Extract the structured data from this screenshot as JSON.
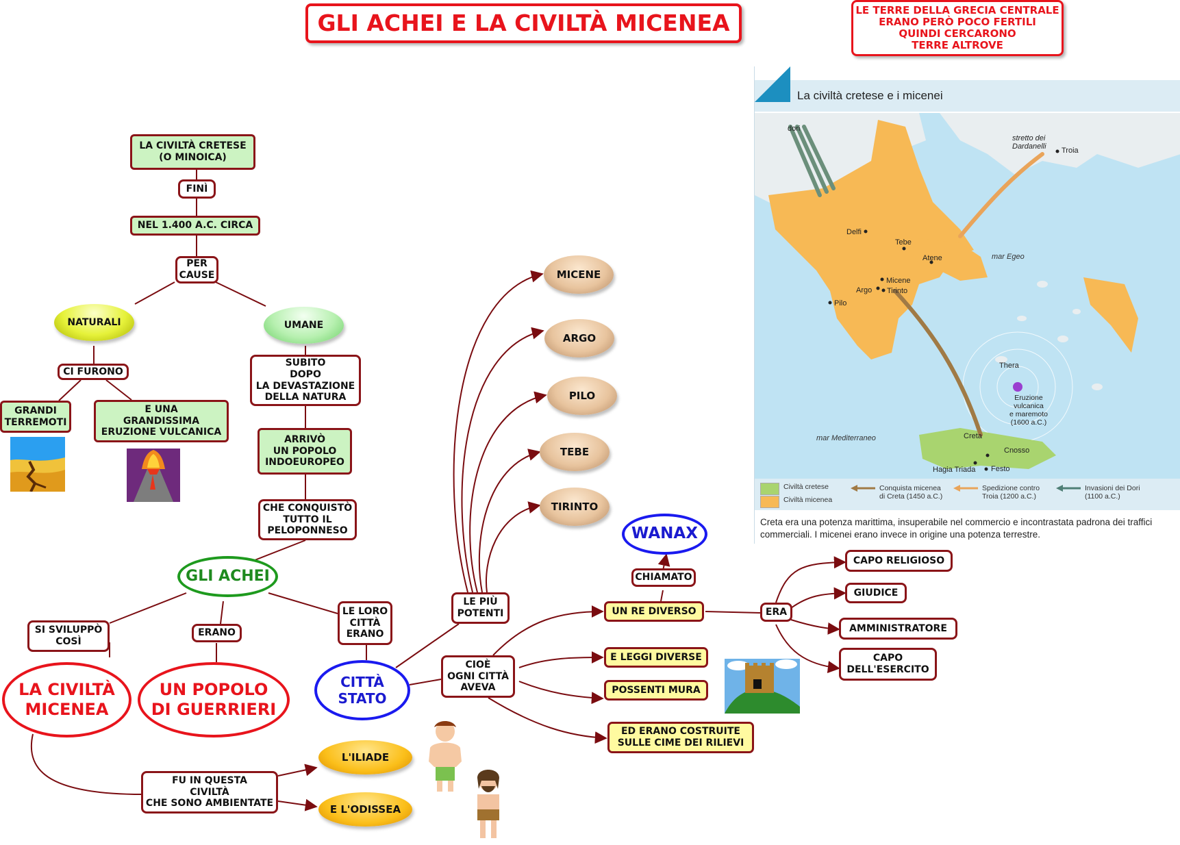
{
  "title": "GLI ACHEI E LA CIVILTÀ MICENEA",
  "note": "LE TERRE DELLA GRECIA CENTRALE\nERANO PERÒ POCO FERTILI\nQUINDI CERCARONO\nTERRE ALTROVE",
  "nodes": {
    "civilta_cretese": "LA CIVILTÀ CRETESE\n(O MINOICA)",
    "fini": "FINÌ",
    "nel_1400": "NEL 1.400 A.C. CIRCA",
    "per_cause": "PER\nCAUSE",
    "naturali": "NATURALI",
    "umane": "UMANE",
    "ci_furono": "CI FURONO",
    "grandi_terremoti": "GRANDI\nTERREMOTI",
    "eruzione": "E UNA\nGRANDISSIMA\nERUZIONE VULCANICA",
    "subito_dopo": "SUBITO\nDOPO\nLA DEVASTAZIONE\nDELLA NATURA",
    "arrivo": "ARRIVÒ\nUN POPOLO\nINDOEUROPEO",
    "che_conquisto": "CHE CONQUISTÒ\nTUTTO IL\nPELOPONNESO",
    "gli_achei": "GLI ACHEI",
    "si_sviluppo": "SI SVILUPPÒ\nCOSÌ",
    "erano": "ERANO",
    "le_loro_citta": "LE LORO\nCITTÀ\nERANO",
    "civilta_micenea": "LA CIVILTÀ\nMICENEA",
    "popolo_guerrieri": "UN POPOLO\nDI GUERRIERI",
    "citta_stato": "CITTÀ\nSTATO",
    "le_piu_potenti": "LE PIÙ\nPOTENTI",
    "micene": "MICENE",
    "argo": "ARGO",
    "pilo": "PILO",
    "tebe": "TEBE",
    "tirinto": "TIRINTO",
    "cioe": "CIOÈ\nOGNI CITTÀ\nAVEVA",
    "re_diverso": "UN RE DIVERSO",
    "leggi_diverse": "E LEGGI DIVERSE",
    "possenti_mura": "POSSENTI MURA",
    "costruite": "ED ERANO COSTRUITE\nSULLE CIME DEI RILIEVI",
    "chiamato": "CHIAMATO",
    "wanax": "WANAX",
    "era": "ERA",
    "capo_religioso": "CAPO RELIGIOSO",
    "giudice": "GIUDICE",
    "amministratore": "AMMINISTRATORE",
    "capo_esercito": "CAPO\nDELL'ESERCITO",
    "fu_in_questa": "FU IN QUESTA\nCIVILTÀ\nCHE SONO AMBIENTATE",
    "iliade": "L'ILIADE",
    "odissea": "E L'ODISSEA"
  },
  "map": {
    "title": "La civiltà cretese e i micenei",
    "places": {
      "dori": "dori",
      "stretto": "stretto dei\nDardanelli",
      "troia": "Troia",
      "delfi": "Delfi",
      "tebe": "Tebe",
      "atene": "Atene",
      "micene": "Micene",
      "argo": "Argo",
      "tirinto": "Tirinto",
      "pilo": "Pilo",
      "thera": "Thera",
      "eruzione": "Eruzione\nvulcanica\ne maremoto\n(1600 a.C.)",
      "creta": "Creta",
      "cnosso": "Cnosso",
      "festo": "Festo",
      "hagia_triada": "Hagia Triada"
    },
    "seas": {
      "egeo": "mar  Egeo",
      "mediterraneo": "mar Mediterraneo"
    },
    "legend": {
      "cretesi": "Civiltà cretese",
      "micenea": "Civiltà micenea",
      "conquista": "Conquista micenea\ndi Creta (1450 a.C.)",
      "spedizione": "Spedizione contro\nTroia (1200 a.C.)",
      "invasioni": "Invasioni dei Dori\n(1100 a.C.)"
    },
    "caption": "Creta era una potenza marittima, insuperabile nel commercio e incontrastata padrona dei traffici commerciali. I micenei erano invece in origine una potenza terrestre.",
    "colors": {
      "sea": "#bfe3f3",
      "land": "#e9eef0",
      "mycenaean": "#f7b955",
      "cretan": "#a9d46f"
    }
  },
  "colors": {
    "link": "#7a0c10",
    "title_red": "#e8141c"
  }
}
